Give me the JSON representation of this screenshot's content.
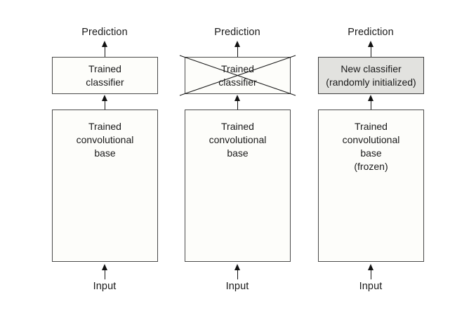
{
  "diagram": {
    "title": "Transfer learning with a pretrained convolutional base",
    "colors": {
      "background": "#ffffff",
      "box_fill": "#fdfdfa",
      "box_fill_highlight": "#e2e2df",
      "box_border": "#4a4a4a",
      "text": "#1a1a1a",
      "arrow": "#111111"
    },
    "columns": [
      {
        "id": "column-pretrained-network",
        "prediction_label": "Prediction",
        "classifier_text": "Trained\nclassifier",
        "classifier_highlighted": false,
        "classifier_struck_out": false,
        "base_text": "Trained\nconvolutional\nbase",
        "input_label": "Input"
      },
      {
        "id": "column-classifier-discarded",
        "prediction_label": "Prediction",
        "classifier_text": "Trained\nclassifier",
        "classifier_highlighted": false,
        "classifier_struck_out": true,
        "base_text": "Trained\nconvolutional\nbase",
        "input_label": "Input"
      },
      {
        "id": "column-new-classifier",
        "prediction_label": "Prediction",
        "classifier_text": "New classifier\n(randomly initialized)",
        "classifier_highlighted": true,
        "classifier_struck_out": false,
        "base_text": "Trained\nconvolutional\nbase\n(frozen)",
        "input_label": "Input"
      }
    ]
  }
}
